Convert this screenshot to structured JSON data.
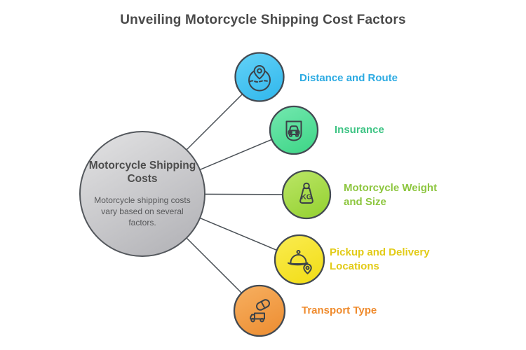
{
  "page_title": "Unveiling Motorcycle Shipping Cost Factors",
  "center_node": {
    "title": "Motorcycle Shipping Costs",
    "description": "Motorcycle shipping costs vary based on several factors."
  },
  "factors": [
    {
      "label": "Distance and Route",
      "icon": "route-map-pin-icon",
      "circle_color": "#45c5f2",
      "label_color": "#2baae2"
    },
    {
      "label": "Insurance",
      "icon": "car-in-shield-icon",
      "circle_color": "#57de9b",
      "label_color": "#3ec484"
    },
    {
      "label": "Motorcycle Weight and Size",
      "icon": "kg-weight-icon",
      "icon_text": "KG",
      "circle_color": "#a8dc4c",
      "label_color": "#8dc63f"
    },
    {
      "label": "Pickup and Delivery Locations",
      "icon": "serving-dome-location-pin-icon",
      "circle_color": "#f7e52b",
      "label_color": "#e2cb17"
    },
    {
      "label": "Transport Type",
      "icon": "delivery-truck-capsule-icon",
      "circle_color": "#f4a14c",
      "label_color": "#ef8b2d"
    }
  ]
}
